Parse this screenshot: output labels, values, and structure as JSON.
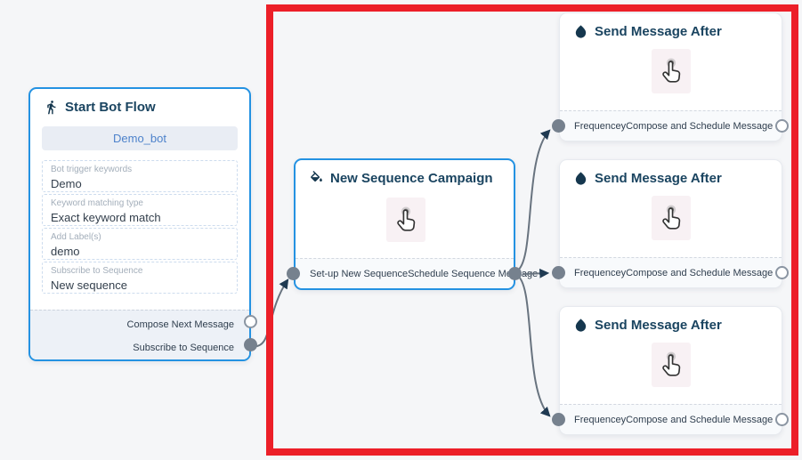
{
  "canvas": {
    "background": "#f5f6f8"
  },
  "annotation": {
    "highlight_box_color": "#ec1f28"
  },
  "nodes": {
    "start": {
      "title": "Start Bot Flow",
      "icon": "walking-person-icon",
      "bot_button": "Demo_bot",
      "fields": [
        {
          "label": "Bot trigger keywords",
          "value": "Demo"
        },
        {
          "label": "Keyword matching type",
          "value": "Exact keyword match"
        },
        {
          "label": "Add Label(s)",
          "value": "demo"
        },
        {
          "label": "Subscribe to Sequence",
          "value": "New sequence"
        }
      ],
      "outputs": [
        {
          "label": "Compose Next Message",
          "state": "unconnected"
        },
        {
          "label": "Subscribe to Sequence",
          "state": "connected"
        }
      ]
    },
    "campaign": {
      "title": "New Sequence Campaign",
      "icon": "paint-bucket-icon",
      "body_icon": "hand-pointer-icon",
      "input_port": "Set-up New Sequence",
      "output_port": "Schedule Sequence Message"
    },
    "send_after": {
      "title": "Send Message After",
      "icon": "water-drop-icon",
      "body_icon": "hand-pointer-icon",
      "input_port": "Frequencey",
      "output_port": "Compose and Schedule Message",
      "instances": 3
    }
  },
  "connections": [
    {
      "from": "Start Bot Flow / Subscribe to Sequence",
      "to": "New Sequence Campaign / Set-up New Sequence"
    },
    {
      "from": "New Sequence Campaign / Schedule Sequence Message",
      "to": "Send Message After 1 / Frequencey"
    },
    {
      "from": "New Sequence Campaign / Schedule Sequence Message",
      "to": "Send Message After 2 / Frequencey"
    },
    {
      "from": "New Sequence Campaign / Schedule Sequence Message",
      "to": "Send Message After 3 / Frequencey"
    }
  ],
  "colors": {
    "selected_node_border": "#2492e2",
    "edge": "#68737f",
    "arrowhead": "#1f3a52",
    "port_filled": "#76818e",
    "port_open_border": "#8b95a2",
    "node_title": "#1a4460",
    "bot_button_bg": "#e9edf4",
    "bot_button_text": "#4d82cb",
    "highlight": "#ec1f28"
  }
}
